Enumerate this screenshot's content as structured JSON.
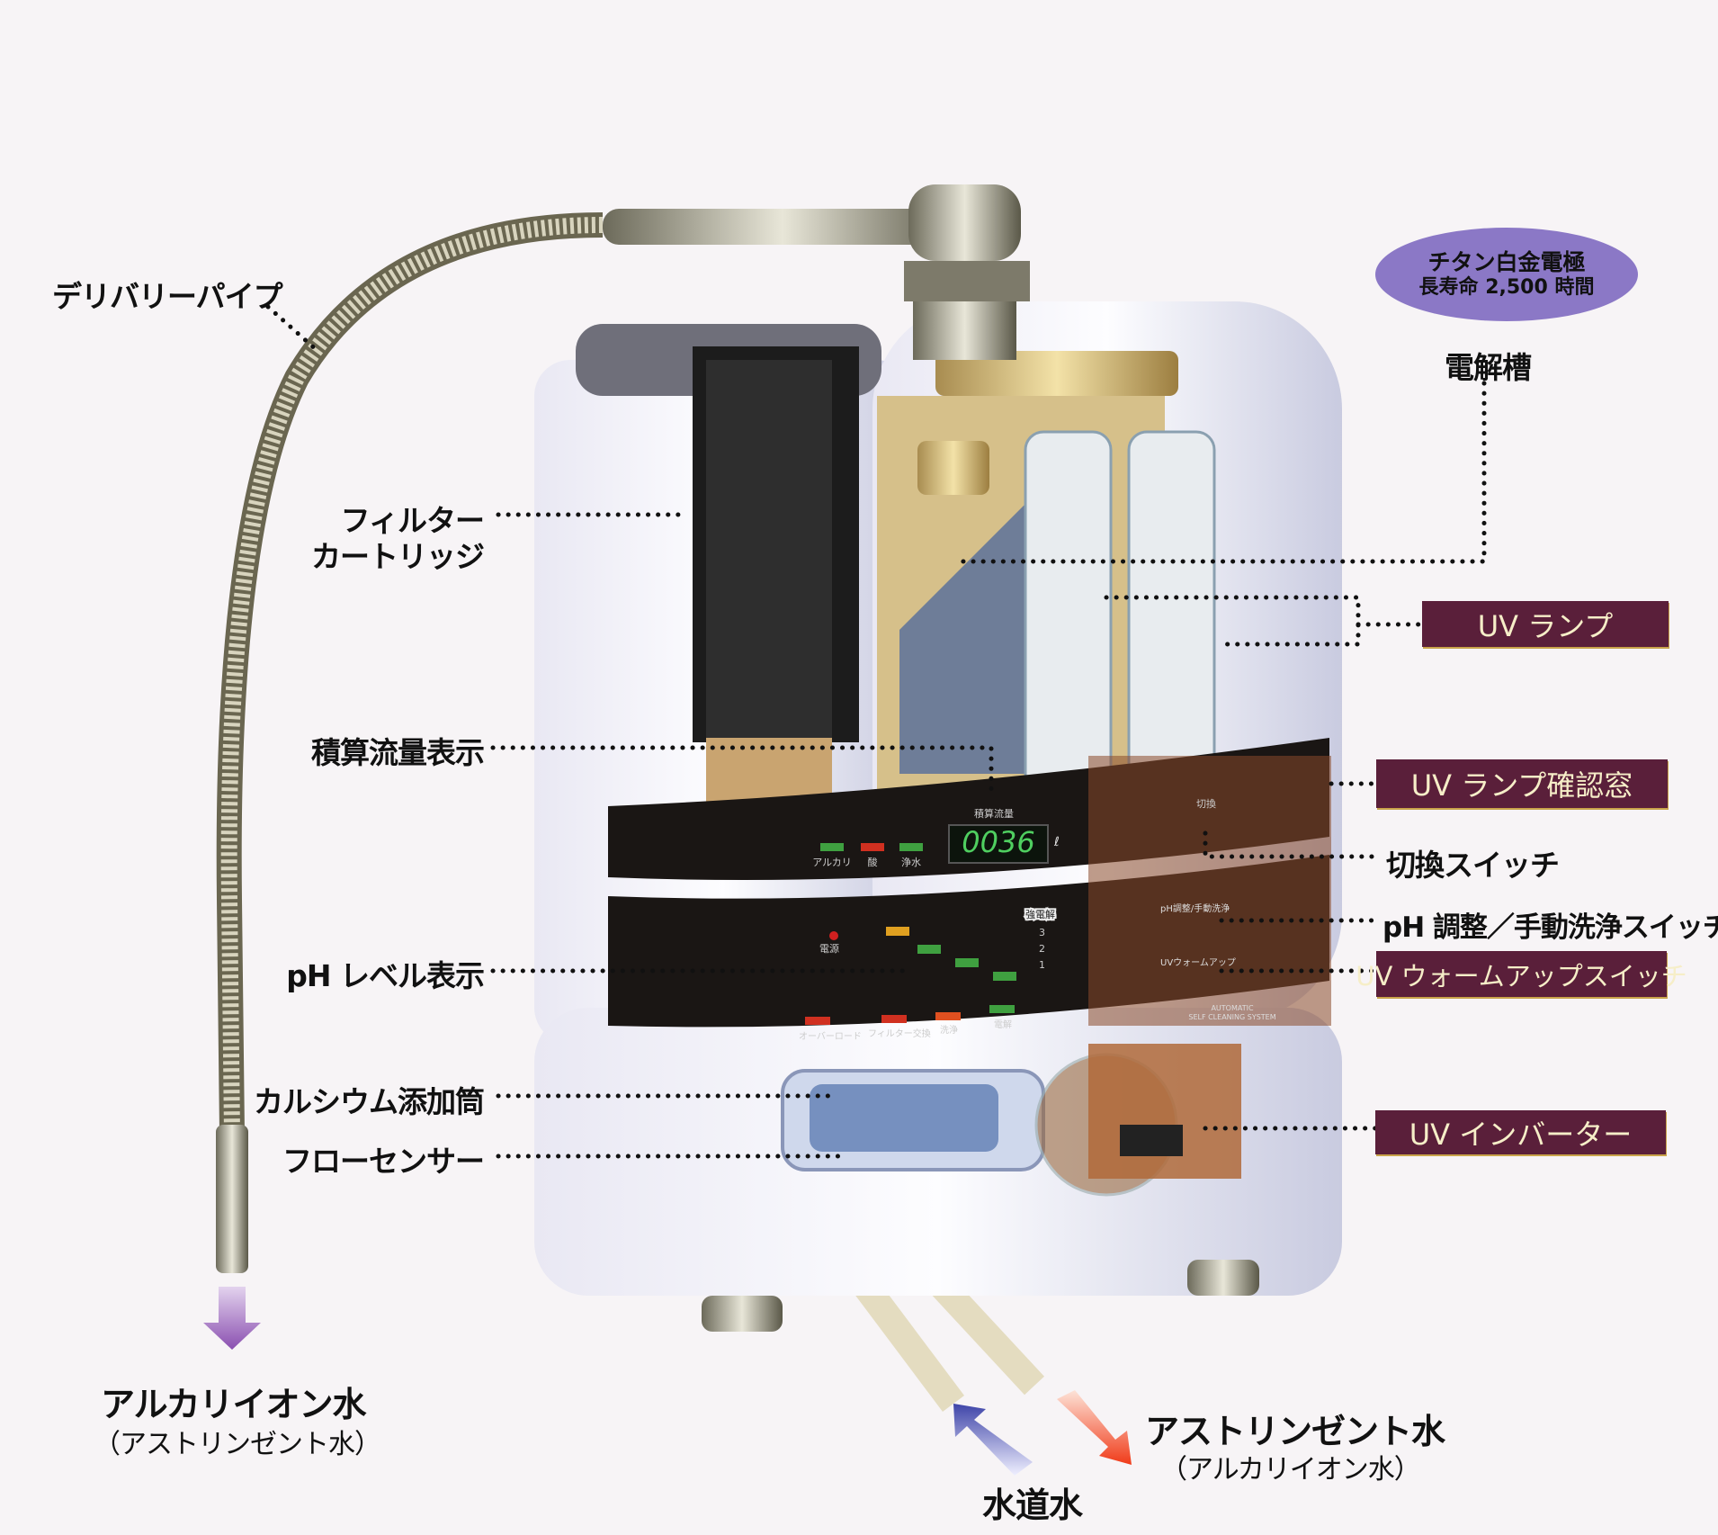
{
  "labels": {
    "delivery_pipe": "デリバリーパイプ",
    "electrode_line1": "チタン白金電極",
    "electrode_line2": "長寿命 2,500 時間",
    "electrolysis_tank": "電解槽",
    "filter_line1": "フィルター",
    "filter_line2": "カートリッジ",
    "flow_display": "積算流量表示",
    "ph_level_display": "pH レベル表示",
    "calcium_tube": "カルシウム添加筒",
    "flow_sensor": "フローセンサー",
    "uv_lamp": "UV ランプ",
    "uv_lamp_window": "UV ランプ確認窓",
    "switch": "切換スイッチ",
    "ph_switch": "pH 調整／手動洗浄スイッチ",
    "uv_warmup": "UV ウォームアップスイッチ",
    "uv_inverter": "UV インバーター"
  },
  "outputs": {
    "left_main": "アルカリイオン水",
    "left_sub": "（アストリンゼント水）",
    "right_main": "アストリンゼント水",
    "right_sub": "（アルカリイオン水）",
    "tap_water": "水道水"
  },
  "panel": {
    "flow_title": "積算流量",
    "counter": "0036",
    "unit": "ℓ",
    "mode_alkali": "アルカリ",
    "mode_acid": "酸",
    "mode_pure": "浄水",
    "switch_label": "切換",
    "strong": "強電解",
    "level3": "3",
    "level2": "2",
    "level1": "1",
    "power": "電源",
    "overload": "オーバーロード",
    "filter_change": "フィルター交換",
    "wash": "洗浄",
    "electrolysis": "電解",
    "ph_manual": "pH調整/手動洗浄",
    "uv_warmup": "UVウォームアップ",
    "auto1": "AUTOMATIC",
    "auto2": "SELF CLEANING SYSTEM"
  },
  "colors": {
    "label_box": "#5a1f3a",
    "ellipse": "#8b78c6",
    "arrow_out": "#8a4fb0",
    "arrow_in": "#4a4fb0",
    "arrow_red": "#f04020"
  }
}
